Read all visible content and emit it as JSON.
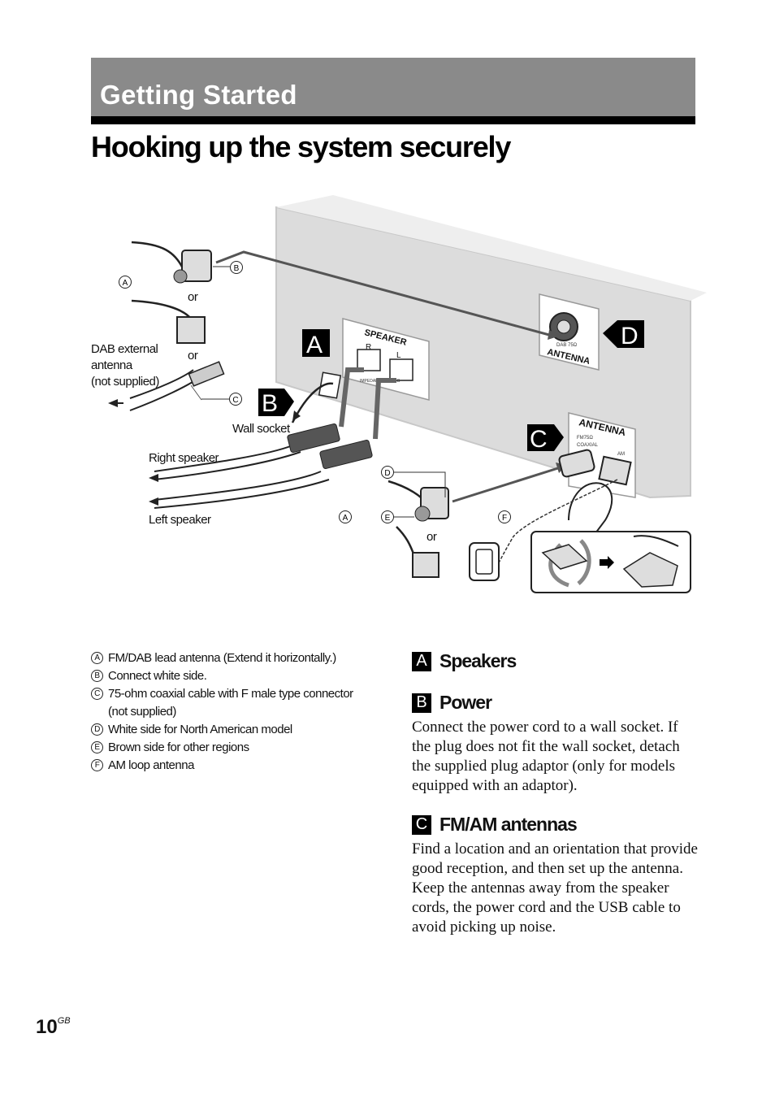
{
  "section": {
    "title": "Getting Started"
  },
  "page": {
    "title": "Hooking up the system securely",
    "number": "10",
    "region": "GB"
  },
  "diagram": {
    "callouts": {
      "a": "A",
      "b": "B",
      "c": "C",
      "d": "D",
      "e": "E",
      "f": "F"
    },
    "or_label": "or",
    "dab_label_line1": "DAB external",
    "dab_label_line2": "antenna",
    "dab_label_line3": "(not supplied)",
    "wall_socket_label": "Wall socket",
    "right_speaker_label": "Right speaker",
    "left_speaker_label": "Left speaker",
    "panel_speaker": "SPEAKER",
    "panel_r": "R",
    "panel_l": "L",
    "panel_impedance": "IMPEDANCE USE 6Ω",
    "panel_dab": "DAB 75Ω",
    "panel_antenna_dab": "ANTENNA",
    "panel_antenna": "ANTENNA",
    "panel_fm": "FM75Ω",
    "panel_coaxial": "COAXIAL",
    "panel_am": "AM",
    "big_a": "A",
    "big_b": "B",
    "big_c": "C",
    "big_d": "D"
  },
  "legend": [
    {
      "letter": "A",
      "text": "FM/DAB lead antenna (Extend it horizontally.)"
    },
    {
      "letter": "B",
      "text": "Connect white side."
    },
    {
      "letter": "C",
      "text": "75-ohm coaxial cable with F male type connector (not supplied)"
    },
    {
      "letter": "D",
      "text": "White side for North American model"
    },
    {
      "letter": "E",
      "text": "Brown side for other regions"
    },
    {
      "letter": "F",
      "text": "AM loop antenna"
    }
  ],
  "sections": [
    {
      "letter": "A",
      "heading": "Speakers",
      "body": ""
    },
    {
      "letter": "B",
      "heading": "Power",
      "body": "Connect the power cord to a wall socket. If the plug does not fit the wall socket, detach the supplied plug adaptor (only for models equipped with an adaptor)."
    },
    {
      "letter": "C",
      "heading": "FM/AM antennas",
      "body": "Find a location and an orientation that provide good reception, and then set up the antenna.",
      "body2": "Keep the antennas away from the speaker cords, the power cord and the USB cable to avoid picking up noise."
    }
  ],
  "colors": {
    "header_bar": "#8a8a8a",
    "rule": "#000000",
    "unit_fill": "#dcdcdc"
  }
}
